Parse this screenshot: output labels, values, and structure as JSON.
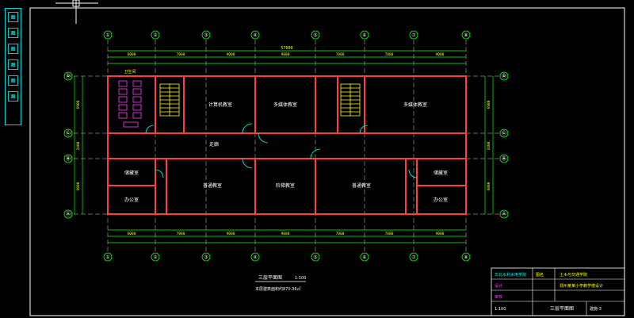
{
  "drawing": {
    "title": "三层平面图",
    "scale_note": "1:100",
    "subtitle": "本层建筑面积约870.36㎡",
    "grid_axes_top": [
      "①",
      "②",
      "③",
      "④",
      "⑤",
      "⑥",
      "⑦",
      "⑧"
    ],
    "grid_axes_side": [
      "Ⓐ",
      "Ⓑ",
      "Ⓒ",
      "Ⓓ"
    ],
    "overall_length": "57600",
    "bay_dims": [
      "6000",
      "7800",
      "9000",
      "9000",
      "7800",
      "7800",
      "9000"
    ],
    "side_dims": [
      "6900",
      "2400",
      "6000"
    ]
  },
  "rooms": [
    {
      "id": "toilet",
      "label": "卫生间"
    },
    {
      "id": "r1",
      "label": "计算机教室"
    },
    {
      "id": "r2",
      "label": "多媒体教室"
    },
    {
      "id": "r3",
      "label": "多媒体教室"
    },
    {
      "id": "corridor",
      "label": "走廊"
    },
    {
      "id": "r4",
      "label": "储藏室"
    },
    {
      "id": "r5",
      "label": "办公室"
    },
    {
      "id": "r6",
      "label": "普通教室"
    },
    {
      "id": "r7",
      "label": "阶梯教室"
    },
    {
      "id": "r8",
      "label": "普通教室"
    },
    {
      "id": "r9",
      "label": "储藏室"
    },
    {
      "id": "r10",
      "label": "办公室"
    }
  ],
  "title_block": {
    "school": "华北水利水电学院",
    "dept": "土木与交通学院",
    "sheet_label": "图名",
    "project": "郑州某某小学教学楼设计",
    "designer": "设计",
    "checker": "审核",
    "sheet_name": "三层平面图",
    "sheet_no": "建施-3",
    "scale": "1:100"
  },
  "colors": {
    "background": "#000000",
    "grid": "#ffffff",
    "wall": "#ff4040",
    "dim": "#00ff00",
    "text": "#ffff00",
    "accent": "#00ffff",
    "magenta": "#ff40ff"
  }
}
